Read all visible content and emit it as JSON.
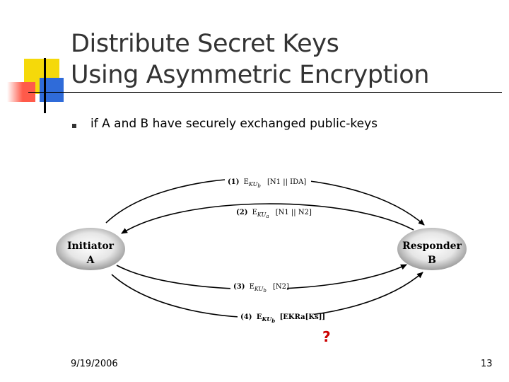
{
  "slide": {
    "title_line1": "Distribute Secret Keys",
    "title_line2": "Using Asymmetric Encryption",
    "bullet": "if A and B have securely exchanged public-keys",
    "footer_date": "9/19/2006",
    "page_number": "13"
  },
  "diagram": {
    "initiator": {
      "line1": "Initiator",
      "line2": "A"
    },
    "responder": {
      "line1": "Responder",
      "line2": "B"
    },
    "messages": [
      {
        "step": "(1)",
        "prefix": "E",
        "key": "KU",
        "key_sub": "b",
        "payload": "[N1 || IDA]"
      },
      {
        "step": "(2)",
        "prefix": "E",
        "key": "KU",
        "key_sub": "a",
        "payload": "[N1 || N2]"
      },
      {
        "step": "(3)",
        "prefix": "E",
        "key": "KU",
        "key_sub": "b",
        "payload": "[N2]"
      },
      {
        "step": "(4)",
        "prefix": "E",
        "key": "KU",
        "key_sub": "b",
        "payload": "[EKRa[Ks]]"
      }
    ],
    "question_mark": "?"
  },
  "colors": {
    "accent_yellow": "#f5d90a",
    "accent_red": "#ff5a4a",
    "accent_blue": "#2f6bd9",
    "question_red": "#cc0000"
  }
}
